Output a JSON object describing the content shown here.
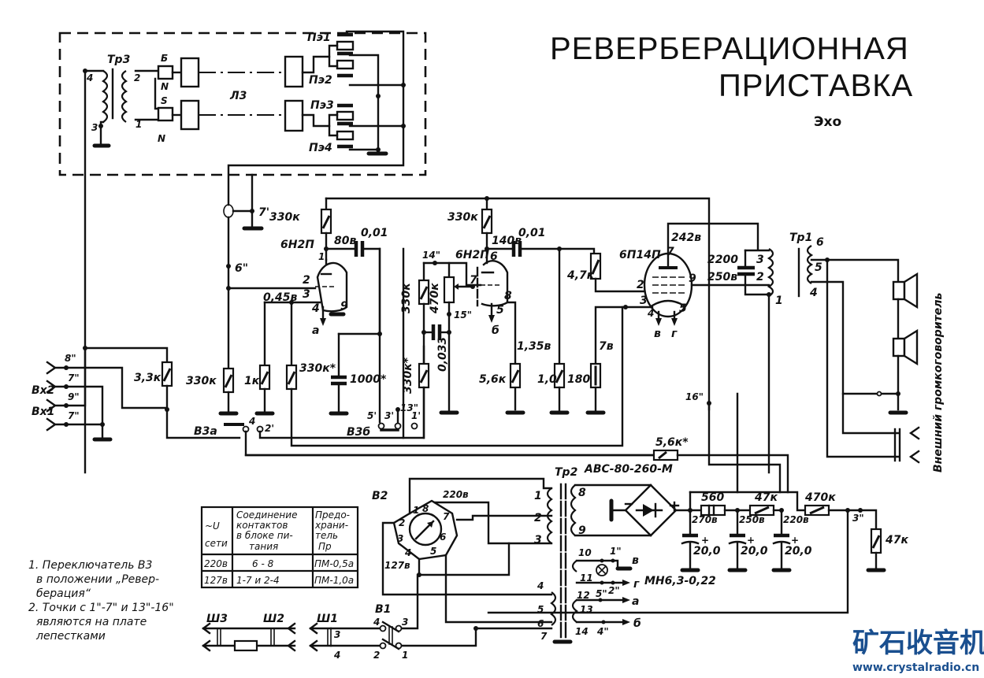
{
  "title": {
    "line1": "РЕВЕРБЕРАЦИОННАЯ",
    "line2": "ПРИСТАВКА",
    "subtitle": "Эхо"
  },
  "reverb_unit": {
    "transformer": "Тр3",
    "pins": [
      "4",
      "3",
      "2",
      "1"
    ],
    "magnet_poles": [
      "Б",
      "N",
      "S",
      "N"
    ],
    "delay_line": "Л3",
    "pickups": [
      "Пэ1",
      "Пэ2",
      "Пэ3",
      "Пэ4"
    ],
    "junction": "7'"
  },
  "tube1": {
    "type": "6Н2П",
    "plate_resistor": "330к",
    "plate_voltage": "80в",
    "coupling_cap": "0,01",
    "cathode_voltage": "0,45в",
    "pins": [
      "1",
      "2",
      "3",
      "4",
      "9"
    ],
    "heater_label": "а",
    "grid_point": "6\""
  },
  "tube2": {
    "type": "6Н2П",
    "plate_resistor": "330к",
    "plate_voltage": "140в",
    "coupling_cap": "0,01",
    "pins": [
      "6",
      "7",
      "8",
      "5"
    ],
    "heater_label": "б",
    "grid_resistor": "330к",
    "pot": "470к",
    "points": [
      "14\"",
      "15\""
    ],
    "cap": "0,033",
    "cathode_voltage": "1,35в",
    "cathode_resistor": "5,6к",
    "cathode_cap": "1,0"
  },
  "tube3": {
    "type": "6П14П",
    "plate_voltage": "242в",
    "screen_voltage": "250в",
    "grid_resistor": "4,7к",
    "cathode_voltage": "7в",
    "cathode_resistor": "180",
    "pins": [
      "7",
      "9",
      "2",
      "3",
      "4",
      "5"
    ],
    "heater_labels": [
      "в",
      "г"
    ],
    "output_cap": "2200"
  },
  "output_transformer": {
    "name": "Тр1",
    "primary_pins": [
      "3",
      "2",
      "1"
    ],
    "secondary_pins": [
      "6",
      "5",
      "4"
    ],
    "external_speaker": "Внешний громкоговоритель",
    "point": "16\""
  },
  "input_section": {
    "inputs": [
      "Вх2",
      "Вх1"
    ],
    "points": [
      "8\"",
      "7\"",
      "9\"",
      "7\""
    ],
    "resistors": [
      "3,3к",
      "330к",
      "1к",
      "330к*"
    ],
    "cap": "1000*",
    "resistor_star": "330к*",
    "switch_a": "В3а",
    "switch_b": "В3б",
    "switch_contacts": [
      "4",
      "2'",
      "5'",
      "3'",
      "13\"",
      "1'"
    ],
    "feedback_resistor": "5,6к*"
  },
  "power_supply": {
    "transformer": "Тр2",
    "rectifier": "АВС-80-260-М",
    "selector": "В2",
    "selector_voltages": [
      "220в",
      "127в"
    ],
    "selector_pins": [
      "1",
      "2",
      "3",
      "4",
      "5",
      "6",
      "7",
      "8"
    ],
    "primary_pins": [
      "1",
      "2",
      "3"
    ],
    "tr2_pins": [
      "8",
      "9",
      "10",
      "11",
      "12",
      "13",
      "14",
      "4",
      "5",
      "6",
      "7"
    ],
    "filter_resistors": [
      "560",
      "47к",
      "470к",
      "47к"
    ],
    "voltages": [
      "270в",
      "250в",
      "220в"
    ],
    "caps": [
      "20,0",
      "20,0",
      "20,0"
    ],
    "lamp": "МН6,3-0,22",
    "points": [
      "1\"",
      "2\"",
      "5\"",
      "4\"",
      "3\""
    ],
    "heater_outputs": [
      "в",
      "г",
      "а",
      "б"
    ],
    "power_switch": "В1",
    "power_switch_pins": [
      "4",
      "3",
      "2",
      "1"
    ],
    "plugs": [
      "Ш3",
      "Ш2",
      "Ш1"
    ],
    "plug_pins": [
      "3",
      "4"
    ]
  },
  "table": {
    "headers": [
      "~U сети",
      "Соединение контактов в блоке питания",
      "Предохранитель Пр"
    ],
    "header_lines": {
      "col1": [
        "~U",
        "сети"
      ],
      "col2": [
        "Соединение",
        "контактов",
        "в блоке пи-",
        "тания"
      ],
      "col3": [
        "Предо-",
        "храни-",
        "тель",
        "Пр"
      ]
    },
    "rows": [
      [
        "220в",
        "6 - 8",
        "ПМ-0,5а"
      ],
      [
        "127в",
        "1-7 и 2-4",
        "ПМ-1,0а"
      ]
    ]
  },
  "notes": [
    "1. Переключатель В3",
    "в положении „Ревер-",
    "берация“",
    "2. Точки с 1\"-7\" и 13\"-16\"",
    "являются на плате",
    "лепестками"
  ],
  "watermark": {
    "cn": "矿石收音机",
    "url": "www.crystalradio.cn",
    "color": "#1a4f8f"
  }
}
